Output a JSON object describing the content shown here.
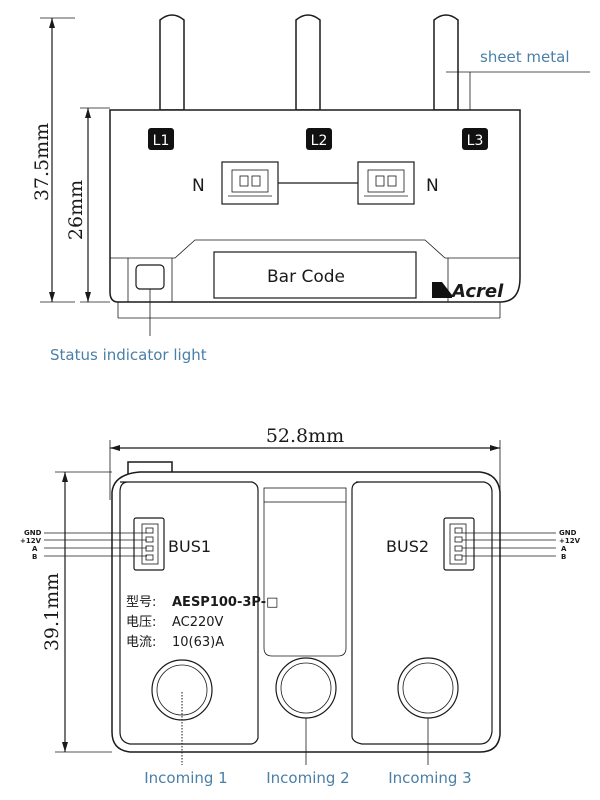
{
  "top_view": {
    "dim_height_outer": "37.5mm",
    "dim_height_inner": "26mm",
    "phases": [
      "L1",
      "L2",
      "L3"
    ],
    "neutral_left": "N",
    "neutral_right": "N",
    "bar_code": "Bar Code",
    "brand": "Acrel",
    "callout_sheet_metal": "sheet metal",
    "callout_status_light": "Status indicator light"
  },
  "front_view": {
    "dim_width": "52.8mm",
    "dim_height": "39.1mm",
    "bus_left": "BUS1",
    "bus_right": "BUS2",
    "pins_left": [
      "GND",
      "+12V",
      "A",
      "B"
    ],
    "pins_right": [
      "GND",
      "+12V",
      "A",
      "B"
    ],
    "spec_model_label": "型号:",
    "spec_model_value": "AESP100-3P-□",
    "spec_voltage_label": "电压:",
    "spec_voltage_value": "AC220V",
    "spec_current_label": "电流:",
    "spec_current_value": "10(63)A",
    "incoming": [
      "Incoming 1",
      "Incoming 2",
      "Incoming 3"
    ]
  }
}
